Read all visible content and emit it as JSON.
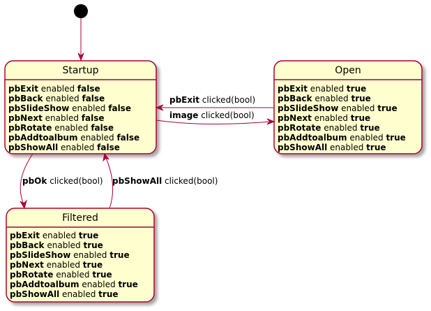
{
  "colors": {
    "state_fill": "#FEFECE",
    "state_border": "#A80036",
    "arrow": "#A80036",
    "initial_dot": "#000000"
  },
  "states": {
    "startup": {
      "title": "Startup",
      "props": [
        {
          "name": "pbExit",
          "mid": "enabled",
          "value": "false"
        },
        {
          "name": "pbBack",
          "mid": "enabled",
          "value": "false"
        },
        {
          "name": "pbSlideShow",
          "mid": "enabled",
          "value": "false"
        },
        {
          "name": "pbNext",
          "mid": "enabled",
          "value": "false"
        },
        {
          "name": "pbRotate",
          "mid": "enabled",
          "value": "false"
        },
        {
          "name": "pbAddtoalbum",
          "mid": "enabled",
          "value": "false"
        },
        {
          "name": "pbShowAll",
          "mid": "enabled",
          "value": "false"
        }
      ]
    },
    "open": {
      "title": "Open",
      "props": [
        {
          "name": "pbExit",
          "mid": "enabled",
          "value": "true"
        },
        {
          "name": "pbBack",
          "mid": "enabled",
          "value": "true"
        },
        {
          "name": "pbSlideShow",
          "mid": "enabled",
          "value": "true"
        },
        {
          "name": "pbNext",
          "mid": "enabled",
          "value": "true"
        },
        {
          "name": "pbRotate",
          "mid": "enabled",
          "value": "true"
        },
        {
          "name": "pbAddtoalbum",
          "mid": "enabled",
          "value": "true"
        },
        {
          "name": "pbShowAll",
          "mid": "enabled",
          "value": "true"
        }
      ]
    },
    "filtered": {
      "title": "Filtered",
      "props": [
        {
          "name": "pbExit",
          "mid": "enabled",
          "value": "true"
        },
        {
          "name": "pbBack",
          "mid": "enabled",
          "value": "true"
        },
        {
          "name": "pbSlideShow",
          "mid": "enabled",
          "value": "true"
        },
        {
          "name": "pbNext",
          "mid": "enabled",
          "value": "true"
        },
        {
          "name": "pbRotate",
          "mid": "enabled",
          "value": "true"
        },
        {
          "name": "pbAddtoalbum",
          "mid": "enabled",
          "value": "true"
        },
        {
          "name": "pbShowAll",
          "mid": "enabled",
          "value": "true"
        }
      ]
    }
  },
  "transitions": {
    "open_to_startup": {
      "trigger": "pbExit",
      "event": "clicked(bool)"
    },
    "startup_to_open": {
      "trigger": "image",
      "event": "clicked(bool)"
    },
    "startup_to_filtered": {
      "trigger": "pbOk",
      "event": "clicked(bool)"
    },
    "filtered_to_startup": {
      "trigger": "pbShowAll",
      "event": "clicked(bool)"
    }
  }
}
